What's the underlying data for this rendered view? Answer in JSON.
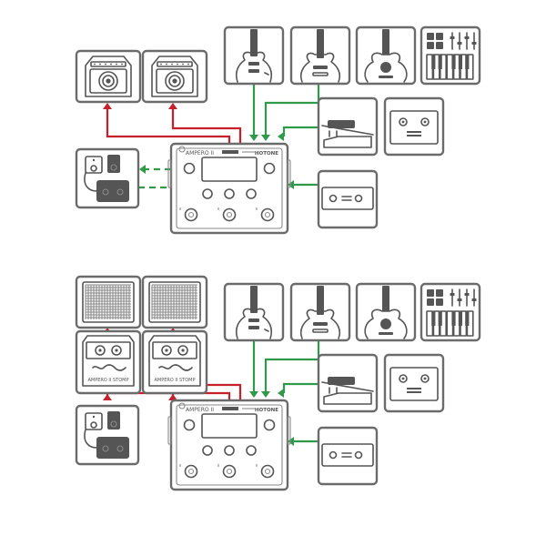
{
  "brand": {
    "model": "AMPERO II",
    "maker": "HOTONE",
    "stomp_text": "AMPERO II STOMP"
  },
  "colors": {
    "output_arrow": "#c8202a",
    "input_arrow": "#2f9a4a",
    "outline": "#555555"
  },
  "icons": {
    "guitar_amp": "guitar-amp-icon",
    "speaker_cabinet": "speaker-cabinet-icon",
    "ampero_stomp": "ampero-stomp-icon",
    "electric_guitar": "electric-guitar-icon",
    "bass_guitar": "bass-guitar-icon",
    "acoustic_guitar": "acoustic-guitar-icon",
    "midi_keyboard": "midi-keyboard-icon",
    "expression_pedal": "expression-pedal-icon",
    "dual_footswitch": "dual-footswitch-icon",
    "pedalboard": "pedalboard-icon",
    "ampero_unit": "ampero-ii-unit-icon"
  },
  "diagrams": [
    {
      "name": "setup-amps",
      "output_device": "guitar_amp",
      "has_fx_loop": true
    },
    {
      "name": "setup-stomp-cabs",
      "output_device": "ampero_stomp",
      "has_fx_loop": false
    }
  ]
}
